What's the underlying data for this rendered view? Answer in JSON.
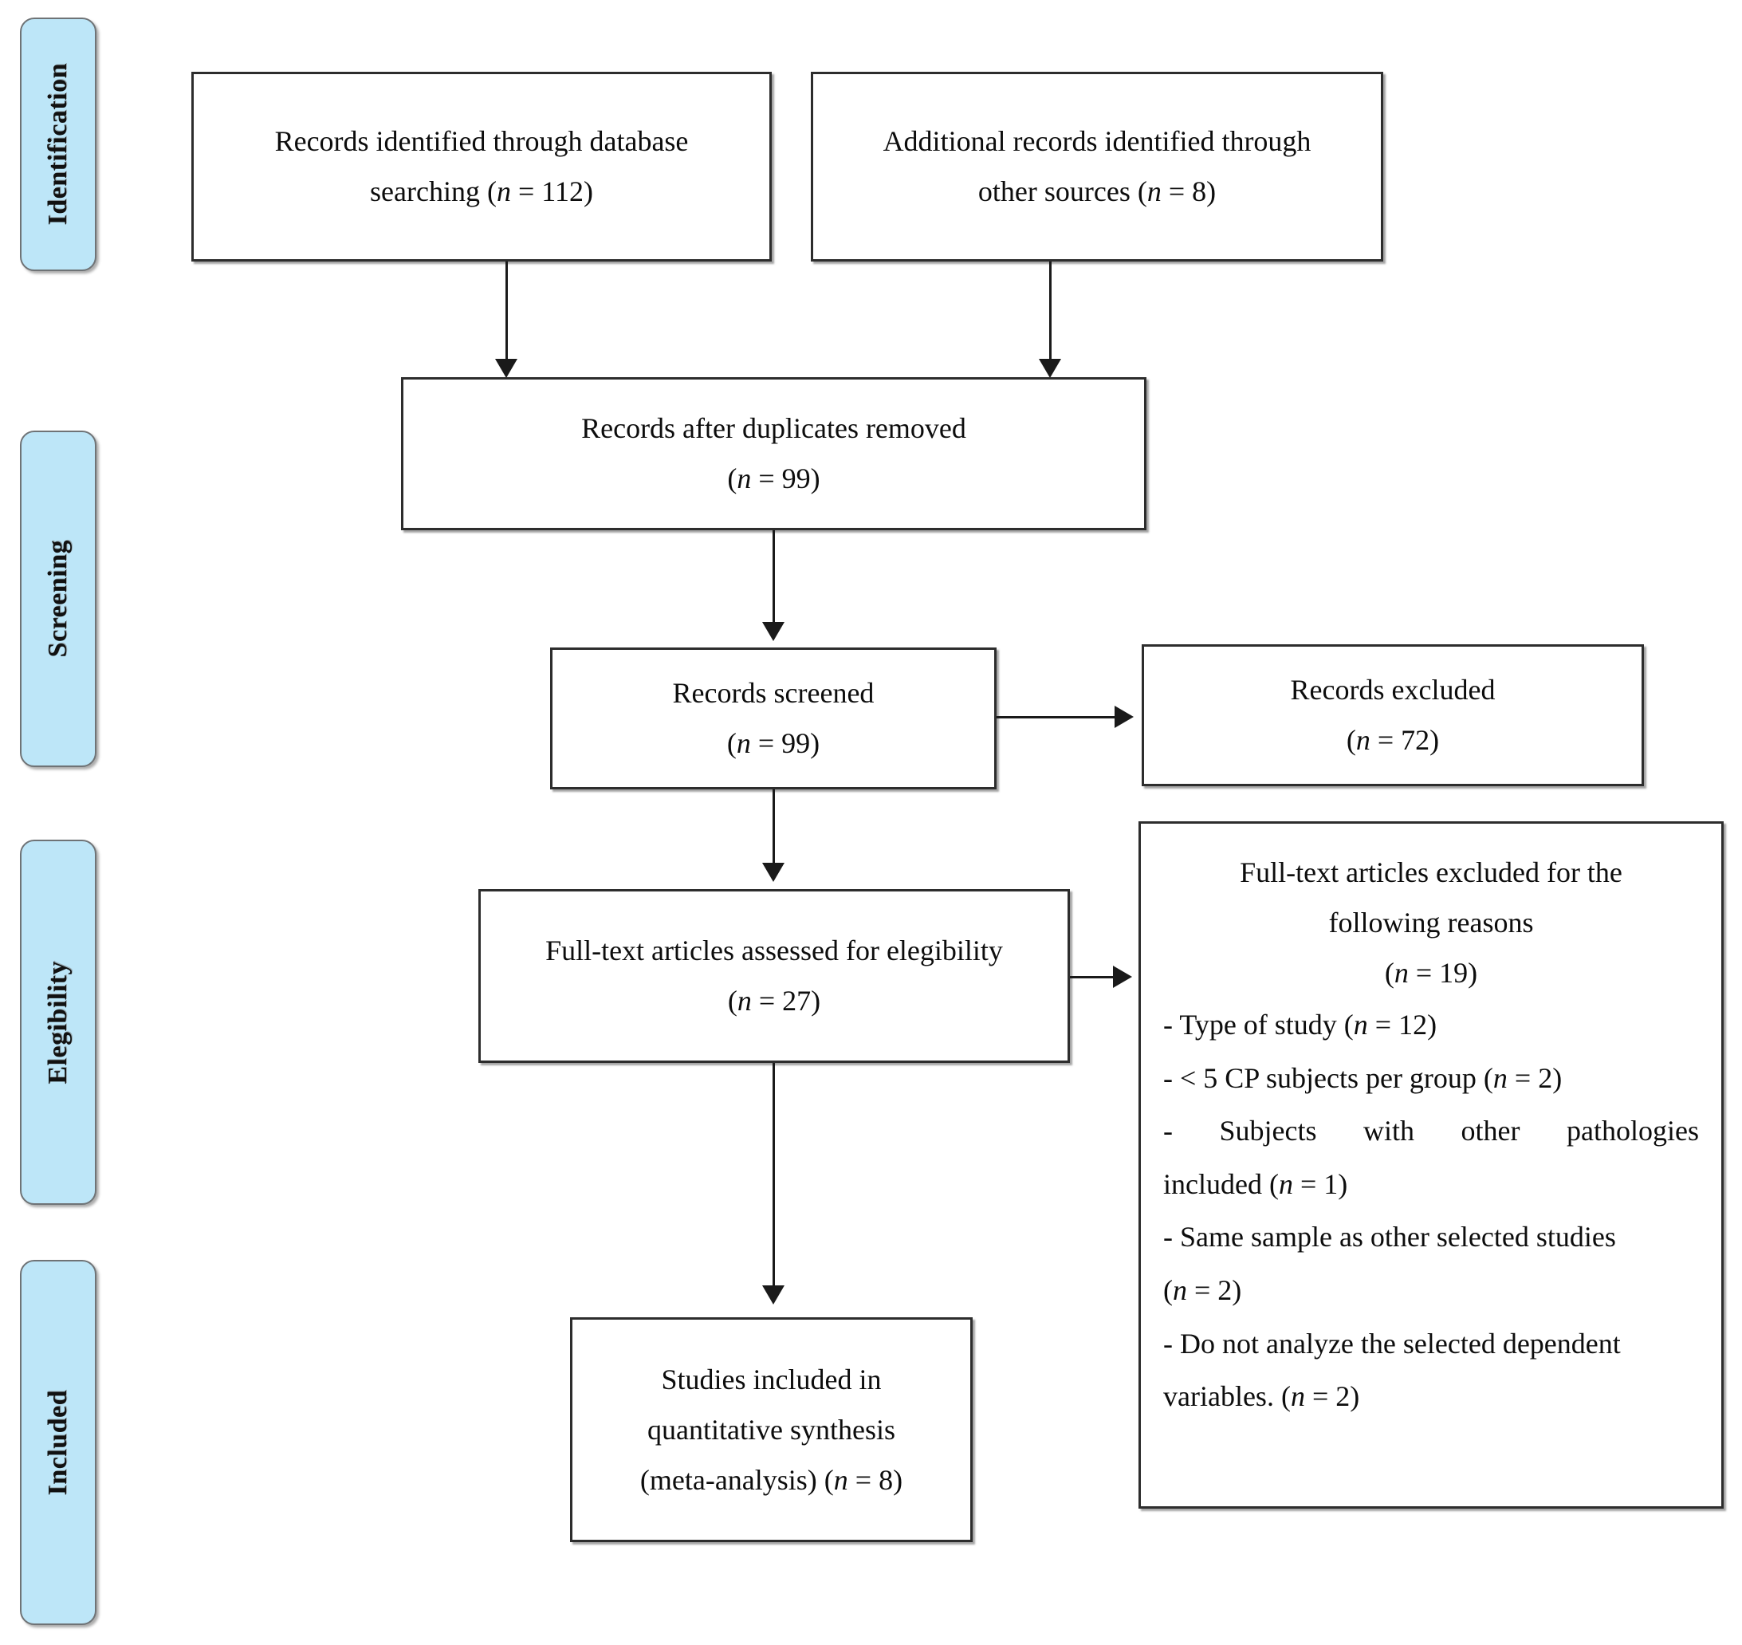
{
  "diagram": {
    "type": "prisma-flow-diagram",
    "stages": [
      {
        "id": "identification",
        "label": "Identification"
      },
      {
        "id": "screening",
        "label": "Screening"
      },
      {
        "id": "elegibility",
        "label": "Elegibility"
      },
      {
        "id": "included",
        "label": "Included"
      }
    ],
    "colors": {
      "stage_fill": "#BDE6F8",
      "stage_border": "#6F7376",
      "box_border": "#2D2D2D",
      "box_fill": "#FFFFFF",
      "connector": "#1A1A1A",
      "text": "#0D0D0D"
    },
    "boxes": {
      "database_records": {
        "line1": "Records identified through database",
        "line2_pre": "searching (",
        "line2_n": "n",
        "line2_post": " = 112)"
      },
      "other_records": {
        "line1": "Additional records identified through",
        "line2_pre": "other sources (",
        "line2_n": "n",
        "line2_post": " = 8)"
      },
      "duplicates_removed": {
        "line1": "Records after duplicates removed",
        "line2_pre": "(",
        "line2_n": "n",
        "line2_post": " = 99)"
      },
      "records_screened": {
        "line1": "Records screened",
        "line2_pre": "(",
        "line2_n": "n",
        "line2_post": " = 99)"
      },
      "records_excluded": {
        "line1": "Records excluded",
        "line2_pre": "(",
        "line2_n": "n",
        "line2_post": " = 72)"
      },
      "fulltext_assessed": {
        "line1": "Full-text articles assessed for elegibility",
        "line2_pre": "(",
        "line2_n": "n",
        "line2_post": " = 27)"
      },
      "fulltext_excluded": {
        "heading1": "Full-text articles excluded for the",
        "heading2": "following reasons",
        "heading3_pre": "(",
        "heading3_n": "n",
        "heading3_post": " = 19)",
        "reasons": [
          {
            "text_pre": "- Type of study (",
            "n": "n",
            "text_post": " = 12)",
            "justify": false
          },
          {
            "text_pre": "- < 5 CP subjects per group (",
            "n": "n",
            "text_post": " = 2)",
            "justify": false
          },
          {
            "text_pre": "-  Subjects  with  other  pathologies",
            "n": "",
            "text_post": "",
            "justify": true
          },
          {
            "text_pre": "included (",
            "n": "n",
            "text_post": " = 1)",
            "justify": false
          },
          {
            "text_pre": "- Same sample as other selected studies",
            "n": "",
            "text_post": "",
            "justify": false
          },
          {
            "text_pre": "(",
            "n": "n",
            "text_post": " = 2)",
            "justify": false
          },
          {
            "text_pre": "- Do not analyze the selected dependent",
            "n": "",
            "text_post": "",
            "justify": false
          },
          {
            "text_pre": "variables. (",
            "n": "n",
            "text_post": " = 2)",
            "justify": false
          }
        ]
      },
      "studies_included": {
        "line1": "Studies included in",
        "line2": "quantitative synthesis",
        "line3_pre": "(meta-analysis) (",
        "line3_n": "n",
        "line3_post": " = 8)"
      }
    },
    "counts": {
      "database_searching": 112,
      "other_sources": 8,
      "after_duplicates": 99,
      "screened": 99,
      "excluded_screening": 72,
      "fulltext_assessed": 27,
      "fulltext_excluded": 19,
      "reason_type_of_study": 12,
      "reason_under_5_cp": 2,
      "reason_other_pathologies": 1,
      "reason_same_sample": 2,
      "reason_no_dependent_vars": 2,
      "included_meta_analysis": 8
    }
  }
}
